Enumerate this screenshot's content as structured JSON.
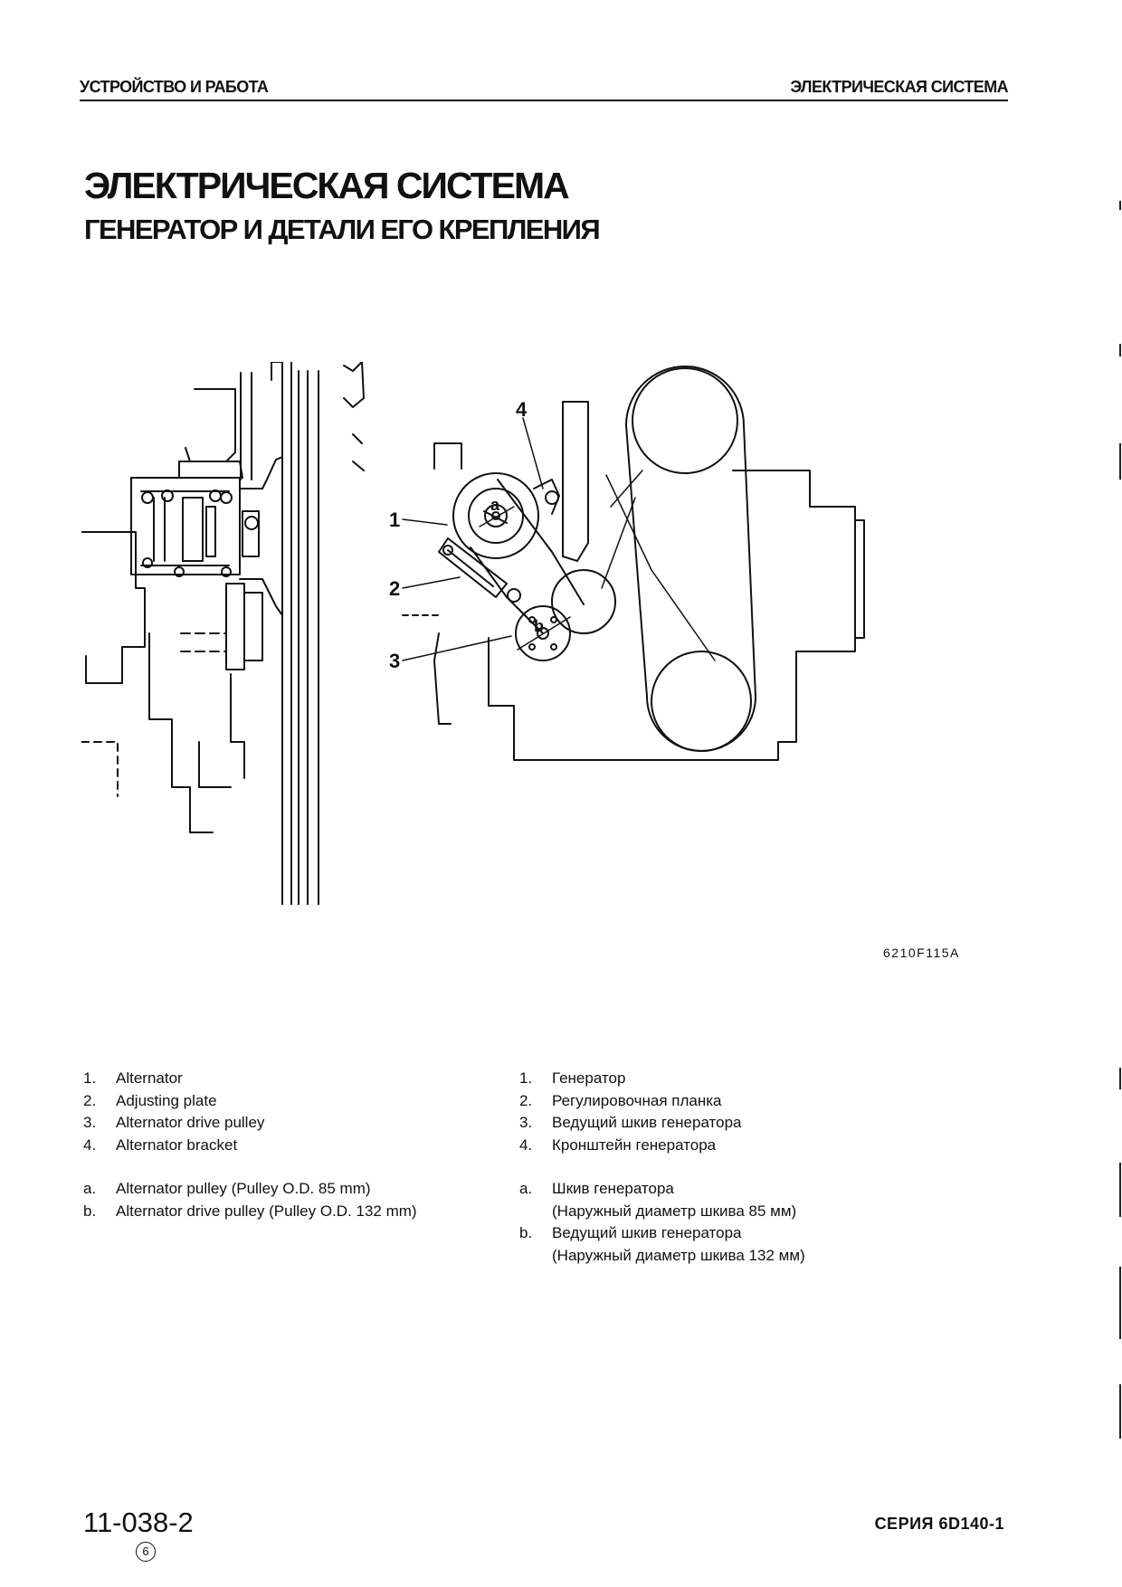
{
  "header": {
    "left": "УСТРОЙСТВО И РАБОТА",
    "right": "ЭЛЕКТРИЧЕСКАЯ СИСТЕМА"
  },
  "title": "ЭЛЕКТРИЧЕСКАЯ СИСТЕМА",
  "subtitle": "ГЕНЕРАТОР И ДЕТАЛИ ЕГО КРЕПЛЕНИЯ",
  "figure": {
    "code": "6210F115A",
    "callouts": {
      "c1": "1",
      "c2": "2",
      "c3": "3",
      "c4": "4",
      "ca": "a",
      "cb": "b"
    }
  },
  "legend_en": {
    "items": [
      {
        "num": "1.",
        "text": "Alternator"
      },
      {
        "num": "2.",
        "text": "Adjusting plate"
      },
      {
        "num": "3.",
        "text": "Alternator drive pulley"
      },
      {
        "num": "4.",
        "text": "Alternator bracket"
      }
    ],
    "notes": [
      {
        "num": "a.",
        "text": "Alternator pulley (Pulley O.D. 85 mm)"
      },
      {
        "num": "b.",
        "text": "Alternator drive pulley (Pulley O.D. 132 mm)"
      }
    ]
  },
  "legend_ru": {
    "items": [
      {
        "num": "1.",
        "text": "Генератор"
      },
      {
        "num": "2.",
        "text": "Регулировочная планка"
      },
      {
        "num": "3.",
        "text": "Ведущий шкив генератора"
      },
      {
        "num": "4.",
        "text": "Кронштейн генератора"
      }
    ],
    "notes": [
      {
        "num": "a.",
        "text": "Шкив генератора",
        "text2": "(Наружный диаметр шкива 85 мм)"
      },
      {
        "num": "b.",
        "text": "Ведущий шкив генератора",
        "text2": "(Наружный диаметр шкива 132 мм)"
      }
    ]
  },
  "footer": {
    "page": "11-038-2",
    "revision": "6",
    "series": "СЕРИЯ 6D140-1"
  }
}
